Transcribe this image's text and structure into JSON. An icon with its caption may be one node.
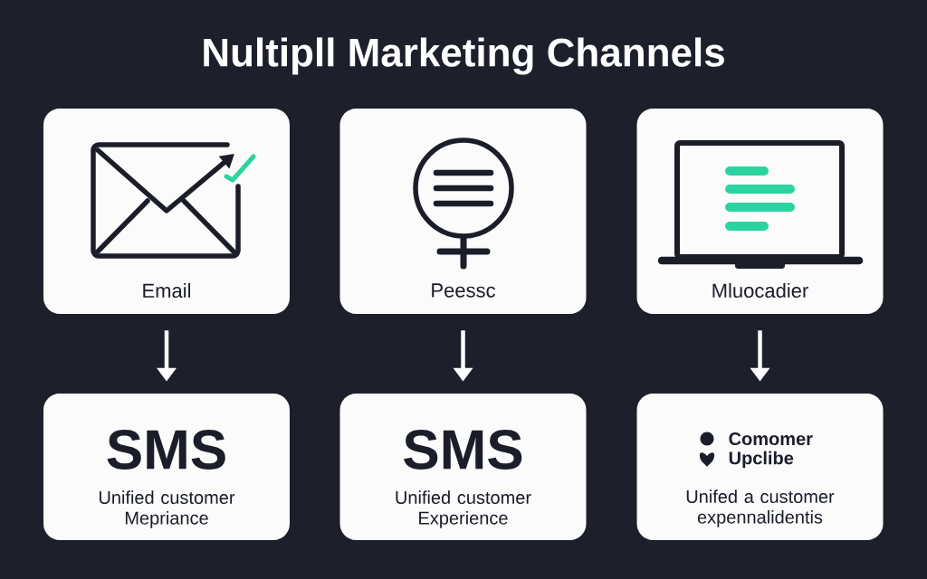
{
  "diagram": {
    "title": "Nultipll Marketing Channels",
    "nodes": [
      {
        "text": [
          "Email"
        ]
      },
      {
        "text": [
          "Peessc"
        ]
      },
      {
        "text": [
          "Mluocadier"
        ]
      },
      {
        "text": [
          "SMS",
          "Unified customer Mepriance"
        ]
      },
      {
        "text": [
          "SMS",
          "Unified customer Experience"
        ]
      },
      {
        "text": [
          "Comomer",
          "Upclibe",
          "Unifed a customer expennalidentis"
        ]
      }
    ],
    "edges": [
      {
        "from": 0,
        "to": 3,
        "arrow": "to"
      },
      {
        "from": 1,
        "to": 4,
        "arrow": "to"
      },
      {
        "from": 2,
        "to": 5,
        "arrow": "to"
      }
    ]
  }
}
